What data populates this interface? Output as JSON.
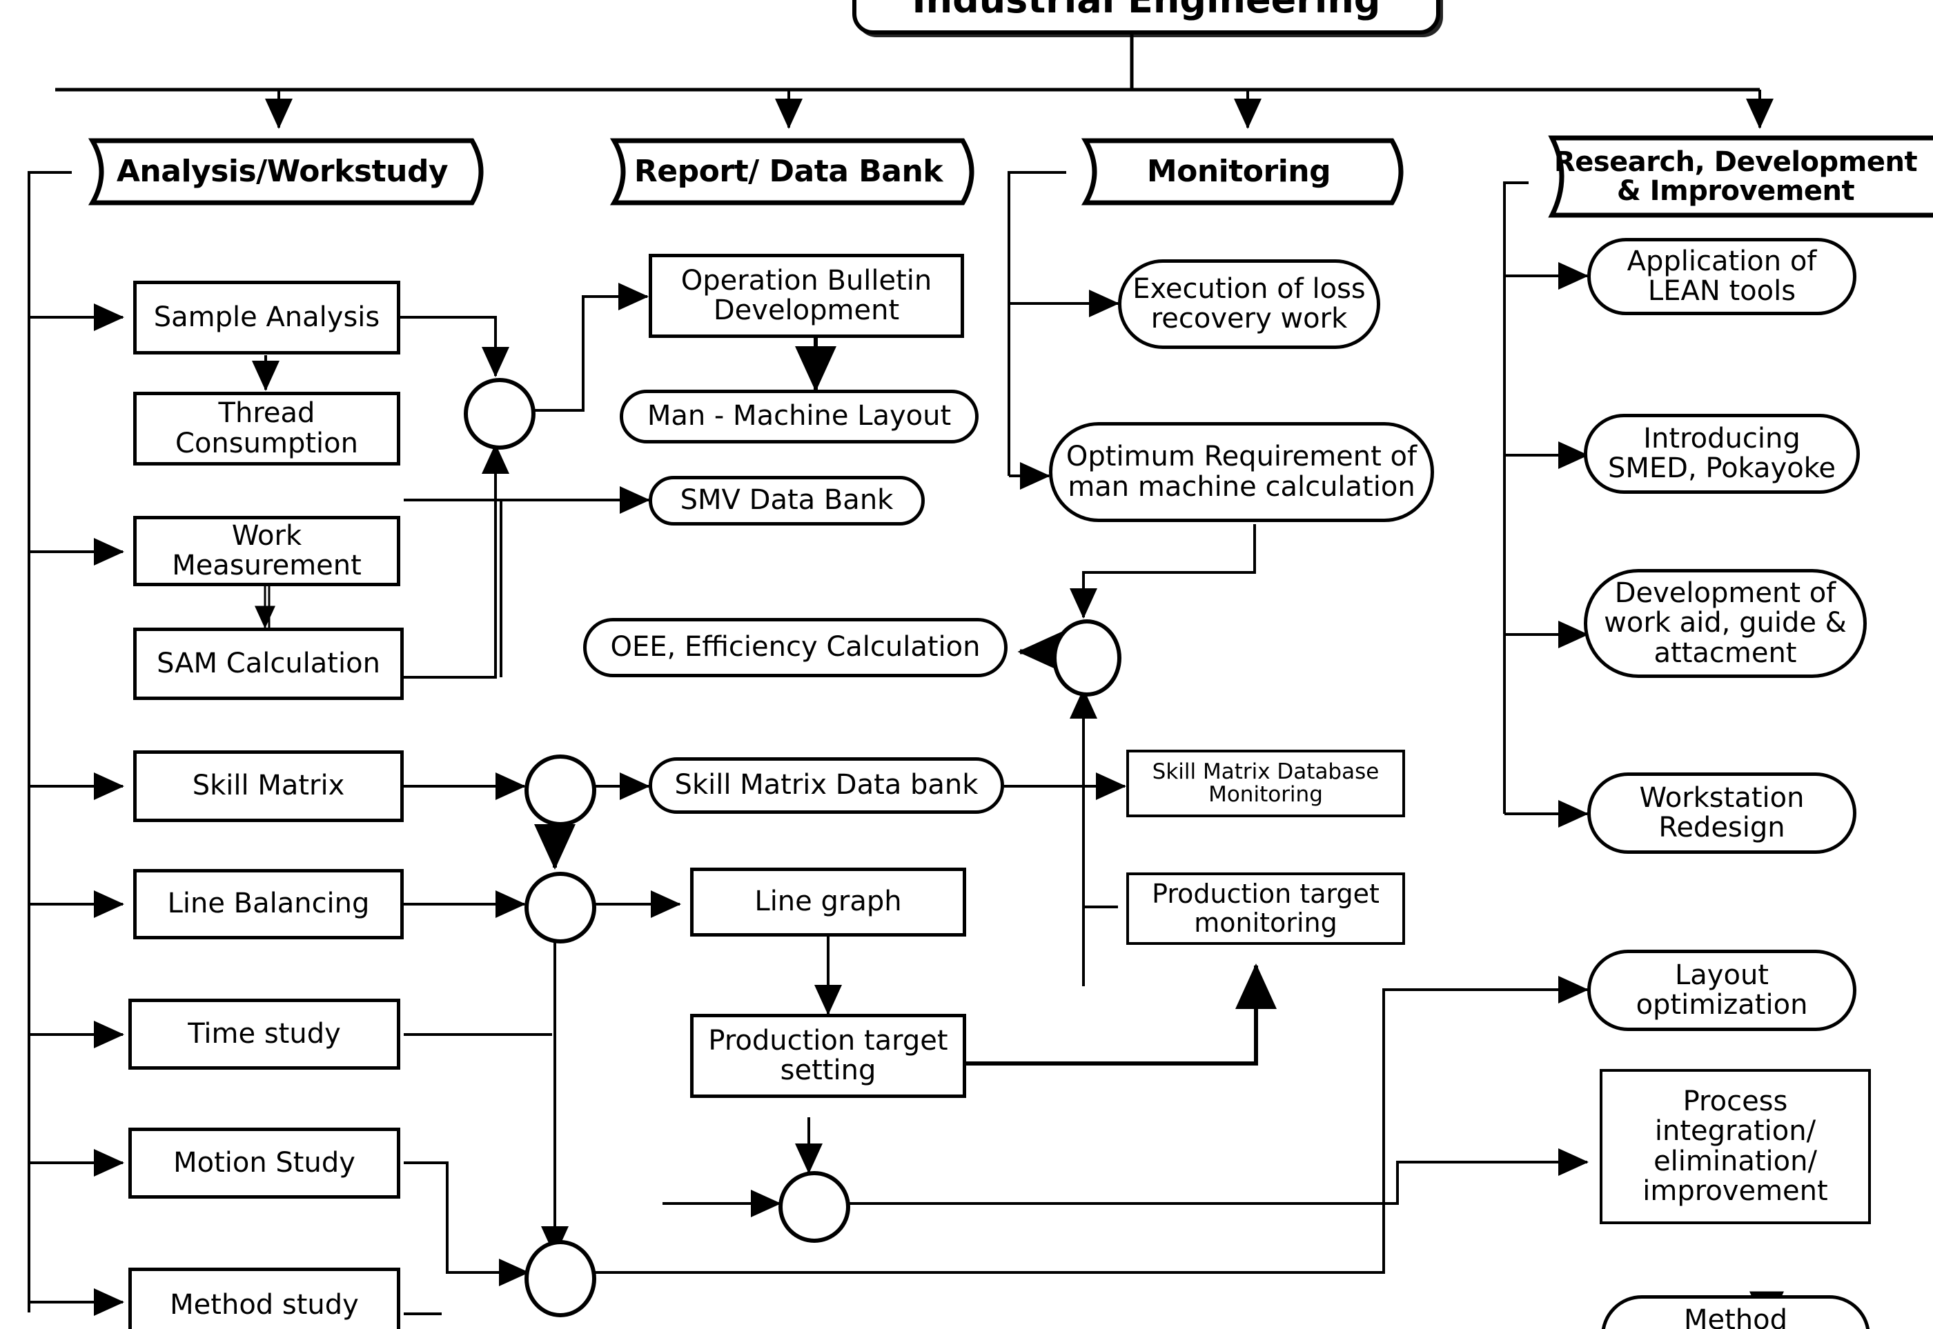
{
  "diagram": {
    "title": "Industrial Engineering",
    "type": "organizational-flowchart",
    "root": {
      "label": "Industrial Engineering"
    },
    "columns": [
      {
        "id": "analysis-workstudy",
        "header": "Analysis/Workstudy",
        "nodes": [
          {
            "id": "sample-analysis",
            "label": "Sample Analysis",
            "shape": "rect"
          },
          {
            "id": "thread-consumption",
            "label": "Thread\nConsumption",
            "shape": "rect"
          },
          {
            "id": "work-measurement",
            "label": "Work\nMeasurement",
            "shape": "rect"
          },
          {
            "id": "sam-calculation",
            "label": "SAM Calculation",
            "shape": "rect"
          },
          {
            "id": "skill-matrix",
            "label": "Skill Matrix",
            "shape": "rect"
          },
          {
            "id": "line-balancing",
            "label": "Line Balancing",
            "shape": "rect"
          },
          {
            "id": "time-study",
            "label": "Time study",
            "shape": "rect"
          },
          {
            "id": "motion-study",
            "label": "Motion Study",
            "shape": "rect"
          },
          {
            "id": "method-study",
            "label": "Method study",
            "shape": "rect"
          }
        ]
      },
      {
        "id": "report-data-bank",
        "header": "Report/ Data Bank",
        "nodes": [
          {
            "id": "operation-bulletin-development",
            "label": "Operation Bulletin\nDevelopment",
            "shape": "rect"
          },
          {
            "id": "man-machine-layout",
            "label": "Man - Machine Layout",
            "shape": "stadium"
          },
          {
            "id": "smv-data-bank",
            "label": "SMV Data Bank",
            "shape": "stadium"
          },
          {
            "id": "oee-efficiency-calculation",
            "label": "OEE, Efficiency Calculation",
            "shape": "stadium"
          },
          {
            "id": "skill-matrix-data-bank",
            "label": "Skill Matrix Data bank",
            "shape": "stadium"
          },
          {
            "id": "line-graph",
            "label": "Line graph",
            "shape": "rect"
          },
          {
            "id": "production-target-setting",
            "label": "Production target\nsetting",
            "shape": "rect"
          }
        ]
      },
      {
        "id": "monitoring",
        "header": "Monitoring",
        "nodes": [
          {
            "id": "execution-of-loss-recovery-work",
            "label": "Execution of loss\nrecovery work",
            "shape": "stadium"
          },
          {
            "id": "optimum-requirement-man-machine",
            "label": "Optimum Requirement of\nman machine calculation",
            "shape": "stadium"
          },
          {
            "id": "skill-matrix-database-monitoring",
            "label": "Skill Matrix Database\nMonitoring",
            "shape": "rect"
          },
          {
            "id": "production-target-monitoring",
            "label": "Production target\nmonitoring",
            "shape": "rect"
          }
        ]
      },
      {
        "id": "research-development-improvement",
        "header": "Research, Development & Improvement",
        "nodes": [
          {
            "id": "application-of-lean-tools",
            "label": "Application of\nLEAN tools",
            "shape": "stadium"
          },
          {
            "id": "introducing-smed-pokayoke",
            "label": "Introducing\nSMED, Pokayoke",
            "shape": "stadium"
          },
          {
            "id": "development-of-work-aid",
            "label": "Development of\nwork aid, guide &\nattacment",
            "shape": "stadium"
          },
          {
            "id": "workstation-redesign",
            "label": "Workstation\nRedesign",
            "shape": "stadium"
          },
          {
            "id": "layout-optimization",
            "label": "Layout\noptimization",
            "shape": "stadium"
          },
          {
            "id": "process-integration",
            "label": "Process\nintegration/\nelimination/\nimprovement",
            "shape": "rect"
          },
          {
            "id": "method-partial",
            "label": "Method",
            "shape": "stadium"
          }
        ]
      }
    ],
    "junctions": [
      {
        "id": "junction-1",
        "note": "merge of Sample Analysis and SAM Calculation"
      },
      {
        "id": "junction-2",
        "note": "OEE merge with Optimum Requirement"
      },
      {
        "id": "junction-3",
        "note": "Skill Matrix split"
      },
      {
        "id": "junction-4",
        "note": "Line Balancing split"
      },
      {
        "id": "junction-5",
        "note": "production target merge"
      },
      {
        "id": "junction-6",
        "note": "time/motion/method merge"
      }
    ],
    "colors": {
      "stroke": "#000000",
      "fill": "#ffffff"
    }
  }
}
